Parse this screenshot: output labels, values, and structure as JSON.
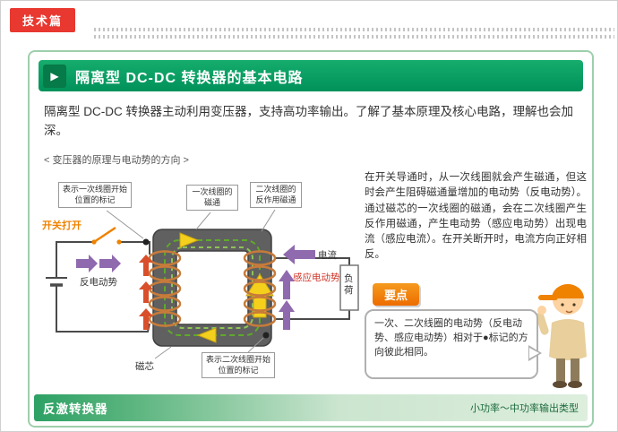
{
  "top": {
    "badge": "技术篇"
  },
  "header": {
    "play": "▶",
    "title": "隔离型 DC-DC 转换器的基本电路"
  },
  "intro": "隔离型 DC-DC 转换器主动利用变压器，支持高功率输出。了解了基本原理及核心电路，理解也会加深。",
  "diagram": {
    "caption": "< 变压器的原理与电动势的方向 >",
    "callouts": {
      "primary_mark": "表示一次线圈开始位置的标记",
      "primary_flux": "一次线圈的磁通",
      "secondary_flux": "二次线圈的反作用磁通",
      "secondary_mark": "表示二次线圈开始位置的标记"
    },
    "labels": {
      "switch_open": "开关打开",
      "back_emf": "反电动势",
      "current": "电流",
      "induced_emf": "感应电动势",
      "load": "负荷",
      "core": "磁芯"
    }
  },
  "explanation": "在开关导通时，从一次线圈就会产生磁通，但这时会产生阻碍磁通量增加的电动势（反电动势）。通过磁芯的一次线圈的磁通，会在二次线圈产生反作用磁通，产生电动势（感应电动势）出现电流（感应电流）。在开关断开时，电流方向正好相反。",
  "point": {
    "badge": "要点",
    "bubble": "一次、二次线圈的电动势（反电动势、感应电动势）相对于●标记的方向彼此相同。"
  },
  "footer": {
    "left": "反激转换器",
    "right": "小功率～中功率输出类型"
  },
  "colors": {
    "badge_red": "#e8382f",
    "green": "#00a061",
    "orange": "#ef8200",
    "purple": "#8f6aae",
    "flux_yellow": "#f2cb1d",
    "flux_green": "#5faa2a",
    "core_gray": "#606060"
  }
}
